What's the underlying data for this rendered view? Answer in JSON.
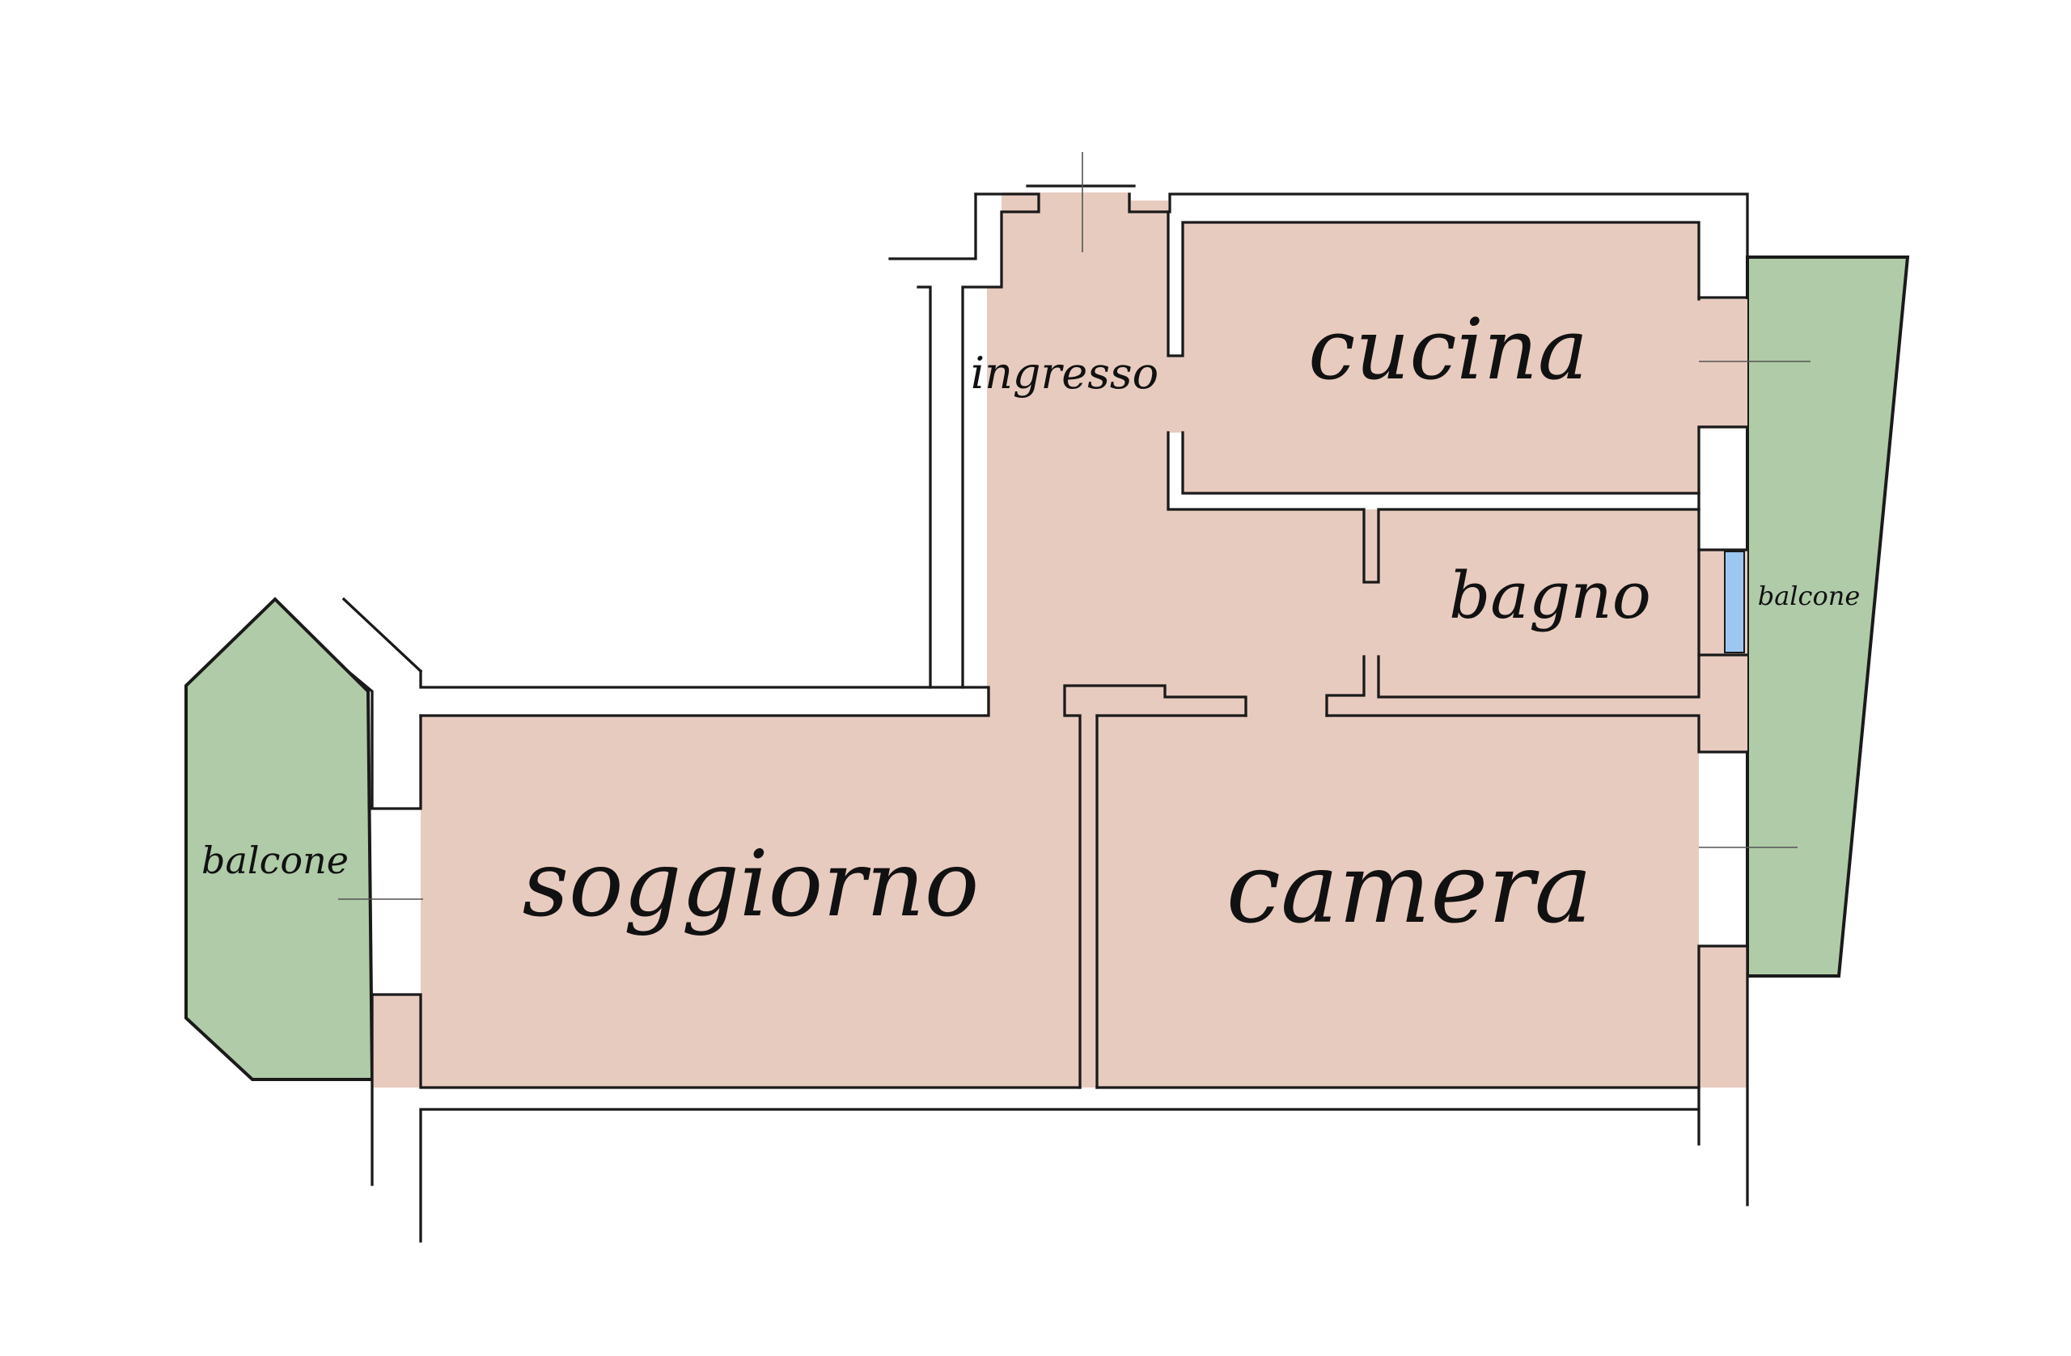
{
  "colors": {
    "room_fill": "#e8cbbf",
    "balcony_fill": "#afcba7",
    "window_fill": "#9cc7f0",
    "wall_stroke": "#1a1a1a",
    "background": "#ffffff"
  },
  "rooms": {
    "ingresso": "ingresso",
    "cucina": "cucina",
    "bagno": "bagno",
    "soggiorno": "soggiorno",
    "camera": "camera"
  },
  "balconies": {
    "left": "balcone",
    "right": "balcone"
  }
}
